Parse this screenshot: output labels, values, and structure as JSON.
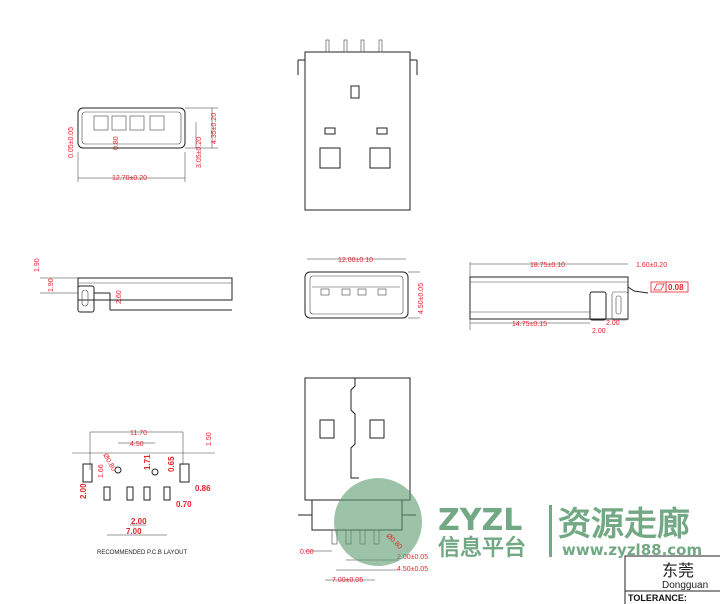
{
  "front_top_view": {
    "width_dim": "12.70±0.20",
    "left_dim": "0.05±0.05",
    "pin_dim": "0.80",
    "height_dim_1": "3.05±0.20",
    "height_dim_2": "4.35±0.20"
  },
  "side_view_left": {
    "dim_a": "1.90",
    "dim_b": "1.90",
    "dim_c": "2.60"
  },
  "front_view_center": {
    "width_dim": "12.00±0.10",
    "height_dim": "4.50±0.05"
  },
  "side_view_right": {
    "length_dim": "18.75±0.10",
    "offset_dim": "1.60±0.20",
    "flatness_value": "0.08",
    "body_dim": "14.75±0.15",
    "tab_dim_1": "2.00",
    "tab_dim_2": "2.00"
  },
  "bottom_view": {
    "pin_width": "0.60",
    "pitch_dim": "2.00±0.05",
    "inner_dim": "4.50±0.05",
    "outer_dim": "7.00±0.05",
    "hole_label": "Ø0.80"
  },
  "pcb_layout": {
    "title": "RECOMMENDED   P.C.B  LAYOUT",
    "width_total": "11.70",
    "hole_spacing": "4.50",
    "hole_dia": "Ø0.80",
    "offset_top": "1.50",
    "pad_len_left": "1.66",
    "hole_to_pad": "1.71",
    "small_gap": "0.65",
    "pad_height": "2.00",
    "tab_width": "0.86",
    "pad_width": "0.70",
    "pitch": "2.00",
    "pin_span": "7.00"
  },
  "watermark": {
    "brand": "ZYZL",
    "subtitle": "信息平台",
    "slogan": "资源走廊",
    "url": "www.zyzl88.com"
  },
  "title_block": {
    "company_cn": "东莞",
    "company_en": "Dongguan",
    "tolerance_label": "TOLERANCE:"
  },
  "colors": {
    "dimension": "#e8232a",
    "watermark": "#5a9a6e",
    "line": "#222222"
  }
}
